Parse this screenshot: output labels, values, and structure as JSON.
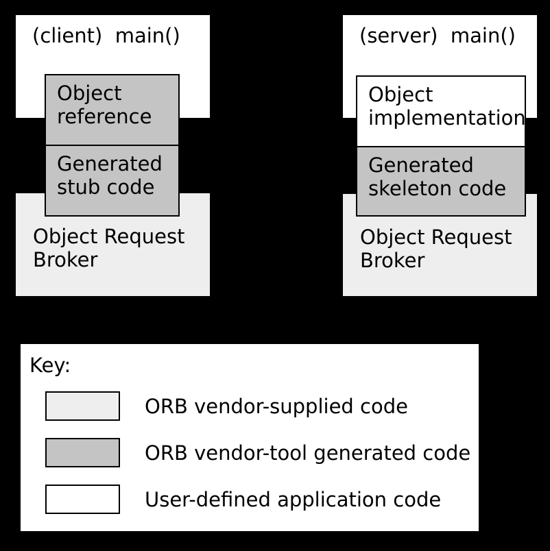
{
  "colors": {
    "background": "#000000",
    "vendor_supplied": "#eeeeee",
    "tool_generated": "#c4c4c4",
    "user_defined": "#ffffff",
    "border": "#000000"
  },
  "diagram": {
    "client": {
      "main_label": "(client)  main()",
      "reference_label": "Object\nreference",
      "stub_label": "Generated\nstub code",
      "orb_label": "Object Request\nBroker"
    },
    "server": {
      "main_label": "(server)  main()",
      "implementation_label": "Object\nimplementation",
      "skeleton_label": "Generated\nskeleton code",
      "orb_label": "Object Request\nBroker"
    }
  },
  "key": {
    "title": "Key:",
    "entries": [
      {
        "label": "ORB vendor-supplied code",
        "swatch_color": "#eeeeee"
      },
      {
        "label": "ORB vendor-tool generated code",
        "swatch_color": "#c4c4c4"
      },
      {
        "label": "User-defined application code",
        "swatch_color": "#ffffff"
      }
    ]
  }
}
